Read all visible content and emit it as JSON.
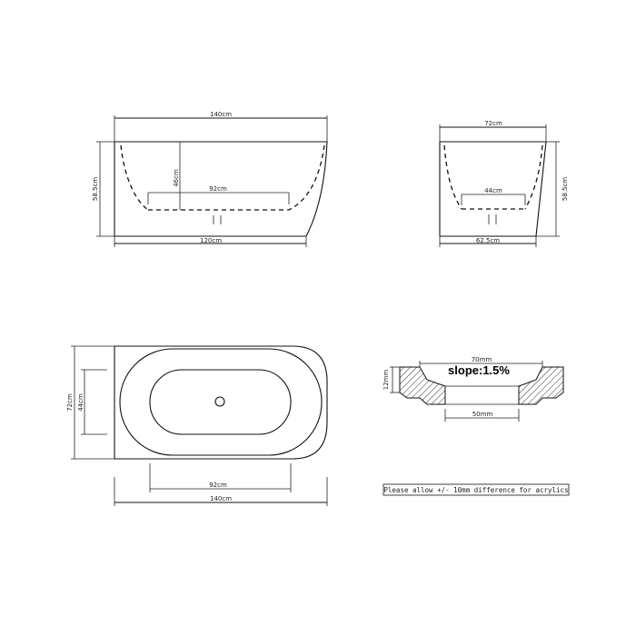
{
  "front_view": {
    "overall_length": "140cm",
    "bottom_length": "120cm",
    "inner_bottom_length": "92cm",
    "inner_depth": "46cm",
    "height": "58.5cm"
  },
  "side_view": {
    "top_width": "72cm",
    "bottom_width": "62.5cm",
    "inner_bottom_width": "44cm",
    "height": "58.5cm"
  },
  "plan_view": {
    "overall_width": "72cm",
    "inner_width": "44cm",
    "inner_length": "92cm",
    "overall_length": "140cm"
  },
  "drain_section": {
    "top_diameter": "70mm",
    "bottom_diameter": "50mm",
    "height": "12mm",
    "slope": "slope:1.5%"
  },
  "note": "Please allow +/- 10mm difference for acrylics",
  "colors": {
    "line": "#111111",
    "hatch": "#333333",
    "background": "#ffffff"
  }
}
